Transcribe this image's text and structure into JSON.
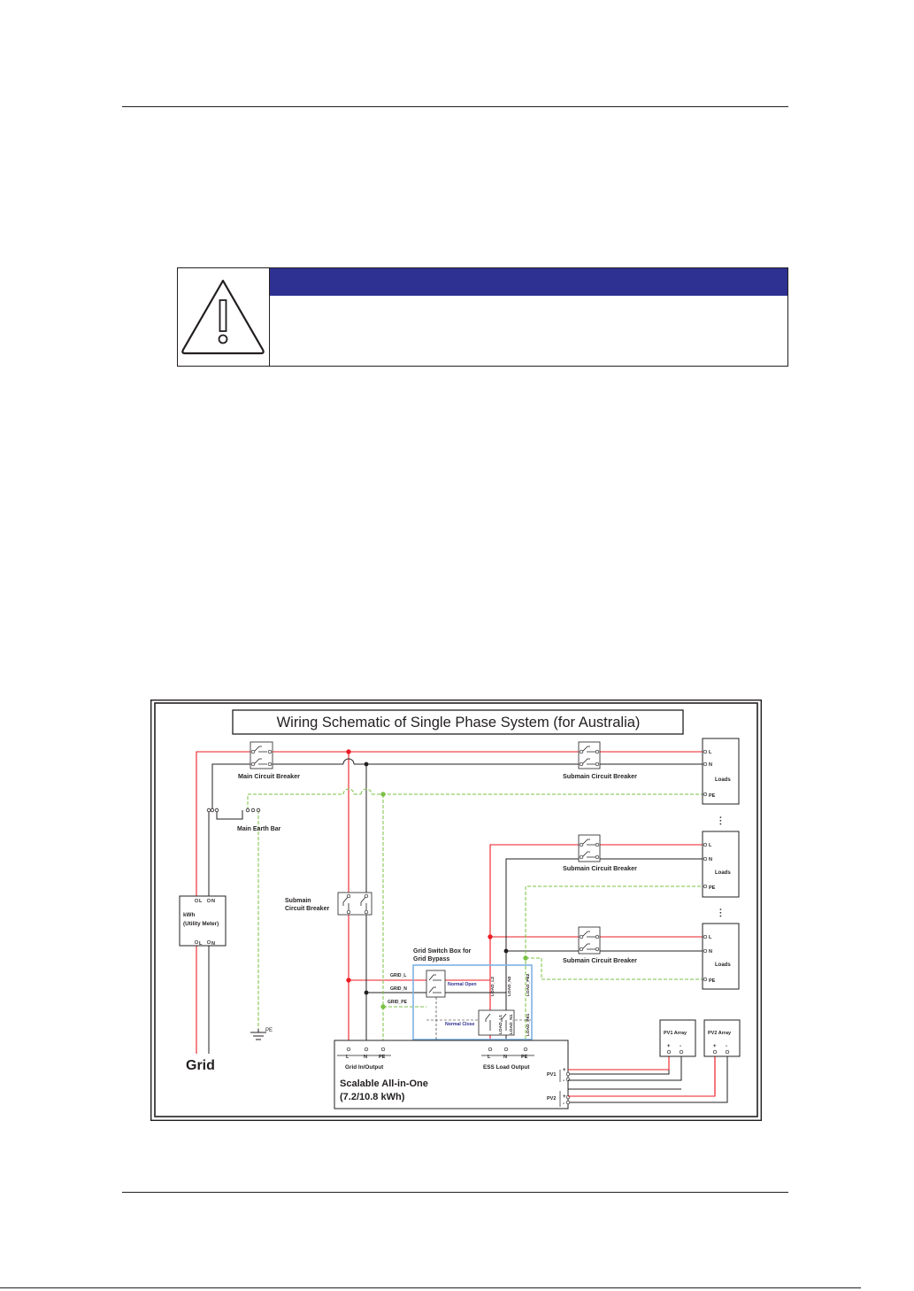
{
  "diagram": {
    "title": "Wiring Schematic of Single Phase System (for Australia)",
    "labels": {
      "main_cb": "Main Circuit Breaker",
      "submain_cb": "Submain Circuit Breaker",
      "main_earth_bar": "Main Earth Bar",
      "submain_cb_line1": "Submain",
      "submain_cb_line2": "Circuit Breaker",
      "meter_kwh": "kWh",
      "meter_name": "(Utility Meter)",
      "meter_L": "L",
      "meter_N": "N",
      "grid": "Grid",
      "pe": "PE",
      "grid_switch_line1": "Grid Switch Box for",
      "grid_switch_line2": "Grid Bypass",
      "grid_l": "GRID_L",
      "grid_n": "GRID_N",
      "grid_pe": "GRID_PE",
      "normal_open": "Normal Open",
      "normal_close": "Normal Close",
      "load_l1": "LOAD_L1",
      "load_n1": "LOAD_N1",
      "load_pe1": "LOAD_PE1",
      "load_l2": "LOAD_L2",
      "load_n2": "LOAD_N2",
      "load_pe2": "LOAD_PE2",
      "term_L": "L",
      "term_N": "N",
      "term_PE": "PE",
      "grid_io": "Grid In/Output",
      "ess_load_output": "ESS Load Output",
      "product_line1": "Scalable All-in-One",
      "product_line2": "(7.2/10.8 kWh)",
      "pv1_array": "PV1 Array",
      "pv2_array": "PV2 Array",
      "pv1": "PV1",
      "pv2": "PV2",
      "plus": "+",
      "minus": "-",
      "loads": "Loads",
      "dots": "• • •"
    }
  },
  "colors": {
    "live": "#ed1c24",
    "neutral": "#231f20",
    "earth": "#7ac143",
    "switch_box": "#7fb2e5",
    "header_blue": "#2e3192"
  }
}
